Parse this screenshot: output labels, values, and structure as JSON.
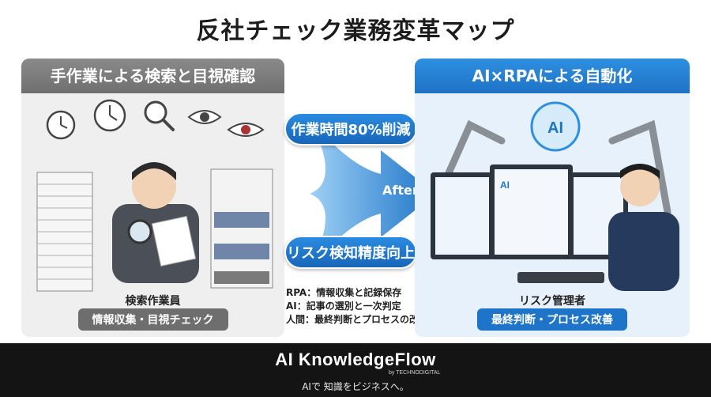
{
  "title": "反社チェック業務変革マップ",
  "left": {
    "heading": "手作業による検索と目視確認",
    "role": "検索作業員",
    "task": "情報収集・目視チェック"
  },
  "right": {
    "heading": "AI×RPAによる自動化",
    "role": "リスク管理者",
    "task": "最終判断・プロセス改善",
    "ai_badge": "AI",
    "screen_ai": "AI"
  },
  "middle": {
    "benefit_top": "作業時間80%削減",
    "benefit_bottom": "リスク検知精度向上",
    "arrow_label": "After",
    "notes": [
      "RPA：情報収集と記録保存",
      "AI：記事の選別と一次判定",
      "人間：最終判断とプロセスの改善"
    ]
  },
  "footer": {
    "brand": "AI KnowledgeFlow",
    "brand_sub": "by TECHNODIGITAL",
    "tagline": "AIで 知識をビジネスへ。"
  },
  "colors": {
    "accent_blue": "#1f73c6",
    "left_gray": "#7a7a7a",
    "footer_bg": "#141414"
  }
}
